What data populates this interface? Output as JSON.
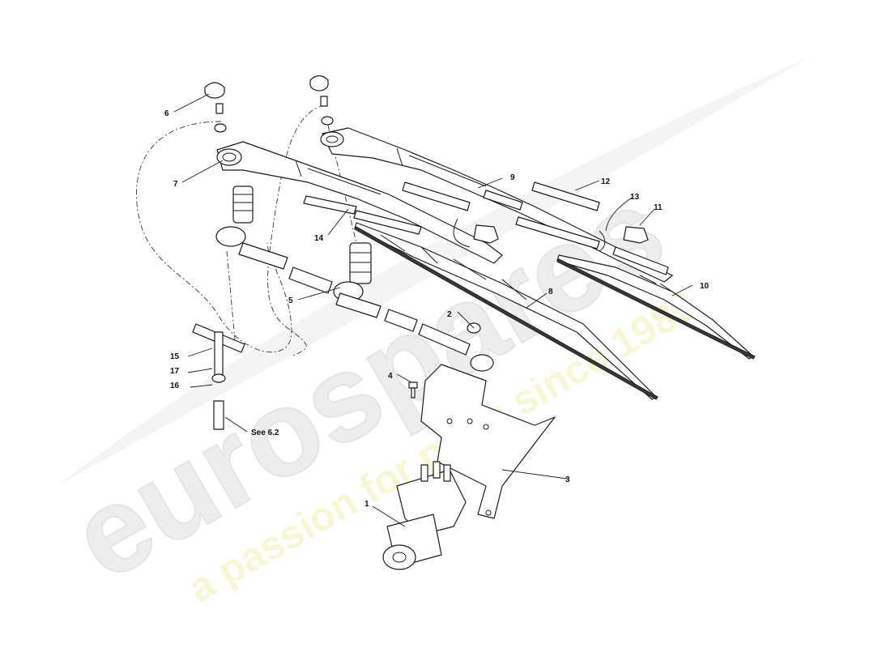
{
  "diagram": {
    "callouts": [
      {
        "id": "1",
        "label": "1"
      },
      {
        "id": "2",
        "label": "2"
      },
      {
        "id": "3",
        "label": "3"
      },
      {
        "id": "4",
        "label": "4"
      },
      {
        "id": "5",
        "label": "5"
      },
      {
        "id": "6",
        "label": "6"
      },
      {
        "id": "7",
        "label": "7"
      },
      {
        "id": "8",
        "label": "8"
      },
      {
        "id": "9",
        "label": "9"
      },
      {
        "id": "10",
        "label": "10"
      },
      {
        "id": "11",
        "label": "11"
      },
      {
        "id": "12",
        "label": "12"
      },
      {
        "id": "13",
        "label": "13"
      },
      {
        "id": "14",
        "label": "14"
      },
      {
        "id": "15",
        "label": "15"
      },
      {
        "id": "16",
        "label": "16"
      },
      {
        "id": "17",
        "label": "17"
      }
    ],
    "reference_note": "See 6.2"
  },
  "watermark": {
    "brand": "eurospares",
    "tagline": "a passion for parts since 1985",
    "brand_color": "#d8d8d8",
    "tagline_color": "#f3f1a6"
  }
}
